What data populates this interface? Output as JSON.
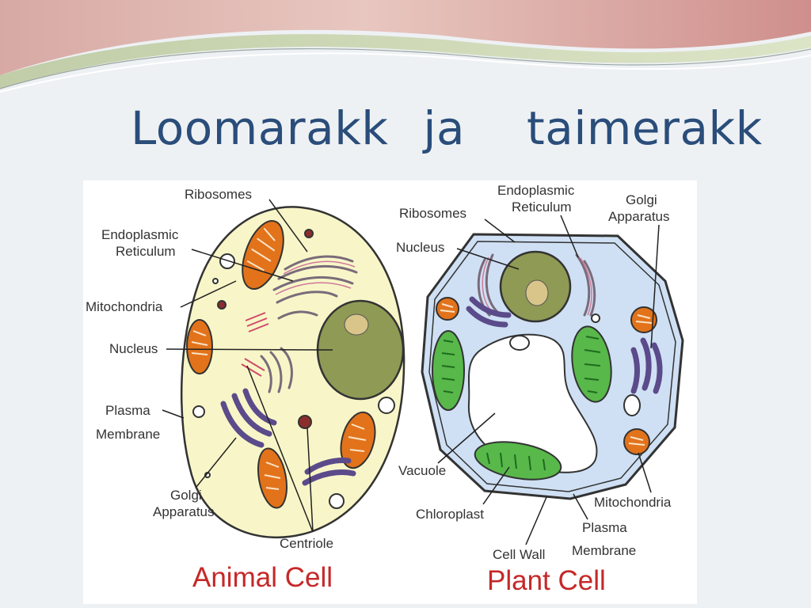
{
  "slide": {
    "title_words": [
      "Loomarakk",
      "ja",
      "taimerakk"
    ]
  },
  "animal_cell": {
    "caption": "Animal Cell",
    "labels": {
      "ribosomes": "Ribosomes",
      "er_line1": "Endoplasmic",
      "er_line2": "Reticulum",
      "mitochondria": "Mitochondria",
      "nucleus": "Nucleus",
      "plasma_line1": "Plasma",
      "plasma_line2": "Membrane",
      "golgi_line1": "Golgi",
      "golgi_line2": "Apparatus",
      "centriole": "Centriole"
    }
  },
  "plant_cell": {
    "caption": "Plant Cell",
    "labels": {
      "er_line1": "Endoplasmic",
      "er_line2": "Reticulum",
      "golgi_line1": "Golgi",
      "golgi_line2": "Apparatus",
      "ribosomes": "Ribosomes",
      "nucleus": "Nucleus",
      "vacuole": "Vacuole",
      "chloroplast": "Chloroplast",
      "mitochondria": "Mitochondria",
      "plasma_line1": "Plasma",
      "plasma_line2": "Membrane",
      "cell_wall": "Cell Wall"
    }
  },
  "colors": {
    "title": "#2a4d7a",
    "caption": "#c62828",
    "animal_cytoplasm": "#f8f6c8",
    "plant_cytoplasm": "#cfe0f4",
    "nucleus": "#8f9a55",
    "mitochondria": "#e2731b",
    "golgi": "#5b4b8a",
    "chloroplast": "#58b84a"
  }
}
